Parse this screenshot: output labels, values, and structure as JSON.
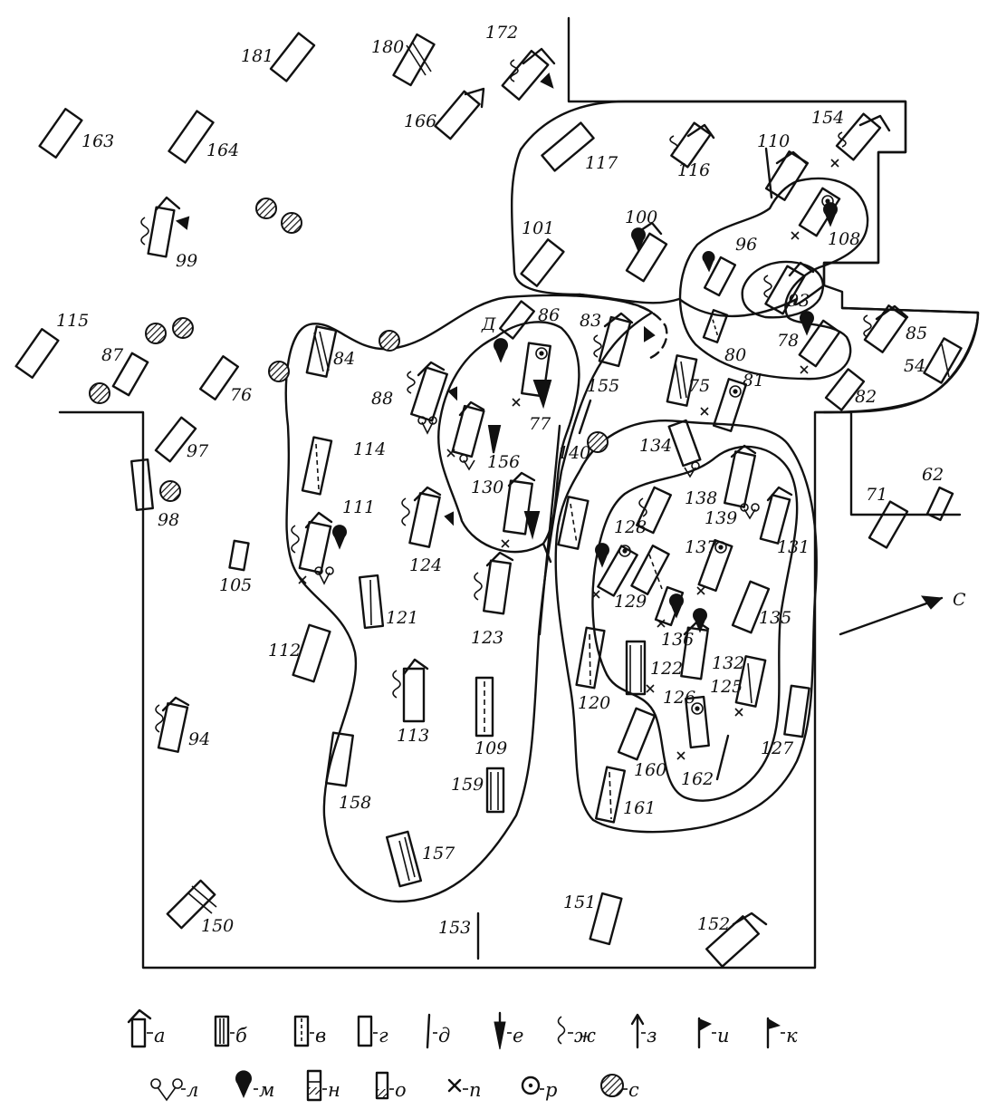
{
  "compass_label": "С",
  "burial_labels": [
    {
      "n": "181"
    },
    {
      "n": "180"
    },
    {
      "n": "172"
    },
    {
      "n": "163"
    },
    {
      "n": "164"
    },
    {
      "n": "166"
    },
    {
      "n": "117"
    },
    {
      "n": "116"
    },
    {
      "n": "110"
    },
    {
      "n": "154"
    },
    {
      "n": "99"
    },
    {
      "n": "101"
    },
    {
      "n": "100"
    },
    {
      "n": "108"
    },
    {
      "n": "96"
    },
    {
      "n": "93"
    },
    {
      "n": "115"
    },
    {
      "n": "87"
    },
    {
      "n": "76"
    },
    {
      "n": "84"
    },
    {
      "n": "Д"
    },
    {
      "n": "86"
    },
    {
      "n": "83"
    },
    {
      "n": "80"
    },
    {
      "n": "78"
    },
    {
      "n": "85"
    },
    {
      "n": "54"
    },
    {
      "n": "88"
    },
    {
      "n": "77"
    },
    {
      "n": "155"
    },
    {
      "n": "75"
    },
    {
      "n": "81"
    },
    {
      "n": "82"
    },
    {
      "n": "97"
    },
    {
      "n": "114"
    },
    {
      "n": "156"
    },
    {
      "n": "140"
    },
    {
      "n": "134"
    },
    {
      "n": "98"
    },
    {
      "n": "130"
    },
    {
      "n": "138"
    },
    {
      "n": "139"
    },
    {
      "n": "131"
    },
    {
      "n": "71"
    },
    {
      "n": "62"
    },
    {
      "n": "111"
    },
    {
      "n": "124"
    },
    {
      "n": "128"
    },
    {
      "n": "137"
    },
    {
      "n": "105"
    },
    {
      "n": "123"
    },
    {
      "n": "129"
    },
    {
      "n": "136"
    },
    {
      "n": "135"
    },
    {
      "n": "121"
    },
    {
      "n": "132"
    },
    {
      "n": "112"
    },
    {
      "n": "122"
    },
    {
      "n": "125"
    },
    {
      "n": "126"
    },
    {
      "n": "94"
    },
    {
      "n": "113"
    },
    {
      "n": "120"
    },
    {
      "n": "109"
    },
    {
      "n": "127"
    },
    {
      "n": "160"
    },
    {
      "n": "162"
    },
    {
      "n": "158"
    },
    {
      "n": "159"
    },
    {
      "n": "161"
    },
    {
      "n": "157"
    },
    {
      "n": "151"
    },
    {
      "n": "150"
    },
    {
      "n": "153"
    },
    {
      "n": "152"
    }
  ],
  "legend": [
    {
      "key": "а"
    },
    {
      "key": "б"
    },
    {
      "key": "в"
    },
    {
      "key": "г"
    },
    {
      "key": "д"
    },
    {
      "key": "е"
    },
    {
      "key": "ж"
    },
    {
      "key": "з"
    },
    {
      "key": "и"
    },
    {
      "key": "к"
    },
    {
      "key": "л"
    },
    {
      "key": "м"
    },
    {
      "key": "н"
    },
    {
      "key": "о"
    },
    {
      "key": "п"
    },
    {
      "key": "р"
    },
    {
      "key": "с"
    }
  ]
}
